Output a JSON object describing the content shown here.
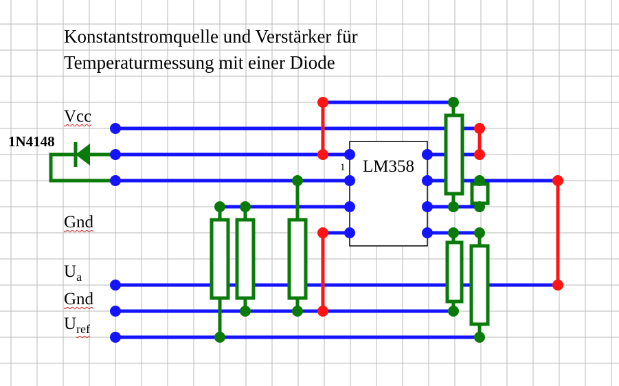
{
  "title": {
    "line1": "Konstantstromquelle und Verstärker für",
    "line2": "Temperaturmessung mit einer Diode"
  },
  "labels": {
    "vcc": "Vcc",
    "diode": "1N4148",
    "gnd_top": "Gnd",
    "ua_main": "U",
    "ua_sub": "a",
    "gnd_bottom": "Gnd",
    "uref_main": "U",
    "uref_sub": "ref"
  },
  "ic": {
    "name": "LM358",
    "pin1_marker": "1"
  },
  "colors": {
    "grid": "#b8b8b8",
    "rail": "#1414ff",
    "jumper": "#ff1414",
    "component": "#0a7a0a",
    "ic_outline": "#000000"
  }
}
